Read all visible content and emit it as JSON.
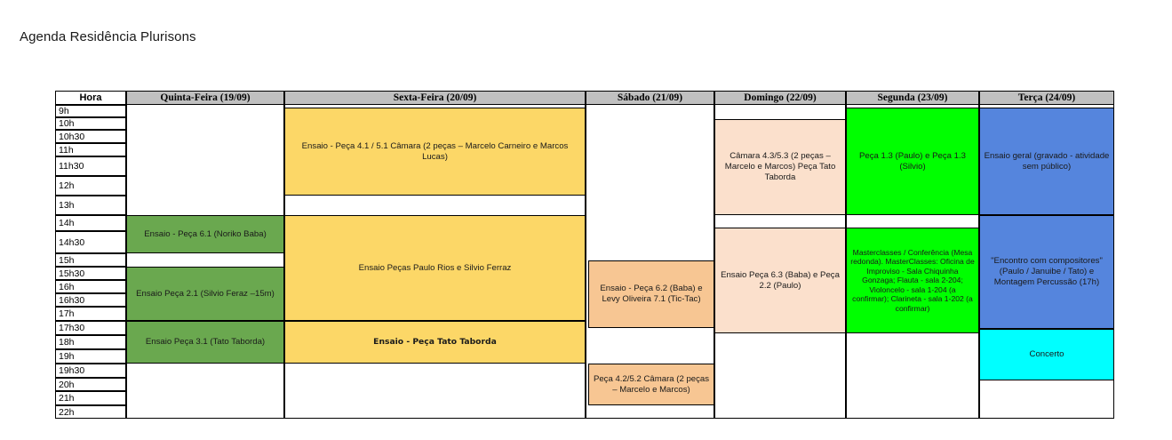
{
  "page": {
    "title": "Agenda Residência Plurisons"
  },
  "table": {
    "hora_header": "Hora",
    "day_headers": [
      {
        "label": "Quinta-Feira (19/09)"
      },
      {
        "label": "Sexta-Feira (20/09)"
      },
      {
        "label": "Sábado (21/09)"
      },
      {
        "label": "Domingo (22/09)"
      },
      {
        "label": "Segunda (23/09)"
      },
      {
        "label": "Terça (24/09)"
      }
    ],
    "times": [
      "9h",
      "10h",
      "10h30",
      "11h",
      "11h30",
      "12h",
      "13h",
      "14h",
      "14h30",
      "15h",
      "15h30",
      "16h",
      "16h30",
      "17h",
      "17h30",
      "18h",
      "19h",
      "19h30",
      "20h",
      "21h",
      "22h"
    ],
    "events": [
      {
        "id": "sexta-camara",
        "text": "Ensaio - Peça 4.1 / 5.1 Câmara (2 peças – Marcelo Carneiro e Marcos Lucas)"
      },
      {
        "id": "domingo-camara",
        "text": "Câmara 4.3/5.3 (2 peças – Marcelo e Marcos) Peça Tato Taborda"
      },
      {
        "id": "segunda-peca13",
        "text": "Peça 1.3 (Paulo) e Peça 1.3 (Silvio)"
      },
      {
        "id": "terca-ensaio-geral",
        "text": "Ensaio geral (gravado - atividade sem público)"
      },
      {
        "id": "quinta-peca61",
        "text": "Ensaio - Peça 6.1 (Noriko Baba)"
      },
      {
        "id": "quinta-peca21",
        "text": "Ensaio Peça 2.1 (Silvio Feraz –15m)"
      },
      {
        "id": "quinta-peca31",
        "text": "Ensaio Peça 3.1 (Tato Taborda)"
      },
      {
        "id": "sexta-paulorios",
        "text": "Ensaio Peças Paulo Rios e Silvio Ferraz"
      },
      {
        "id": "sexta-tato",
        "text": "Ensaio - Peça Tato Taborda"
      },
      {
        "id": "sabado-peca62",
        "text": "Ensaio - Peça 6.2 (Baba) e Levy Oliveira 7.1 (Tic-Tac)"
      },
      {
        "id": "sabado-peca42",
        "text": "Peça 4.2/5.2 Câmara (2 peças – Marcelo e Marcos)"
      },
      {
        "id": "domingo-peca63",
        "text": "Ensaio Peça 6.3 (Baba) e Peça 2.2 (Paulo)"
      },
      {
        "id": "segunda-master",
        "text": "Masterclasses / Conferência (Mesa redonda). MasterClasses: Oficina de Improviso - Sala Chiquinha Gonzaga; Flauta - sala 2-204; Violoncelo - sala 1-204 (a confirmar); Clarineta - sala 1-202 (a confirmar)"
      },
      {
        "id": "terca-encontro",
        "text": "\"Encontro com compositores\" (Paulo / Januibe / Tato) e Montagem Percussão (17h)"
      },
      {
        "id": "terca-concerto",
        "text": "Concerto"
      }
    ],
    "colors": {
      "header_gray": "#c0c0c0",
      "quinta_green": "#6aa84f",
      "sexta_yellow": "#fcd767",
      "sabado_peach": "#f7c693",
      "domingo_lightpeach": "#fbe0cc",
      "segunda_green": "#00ff00",
      "terca_blue": "#5585dd",
      "concerto_cyan": "#00ffff",
      "grid_line": "#000000",
      "page_background": "#ffffff"
    }
  }
}
